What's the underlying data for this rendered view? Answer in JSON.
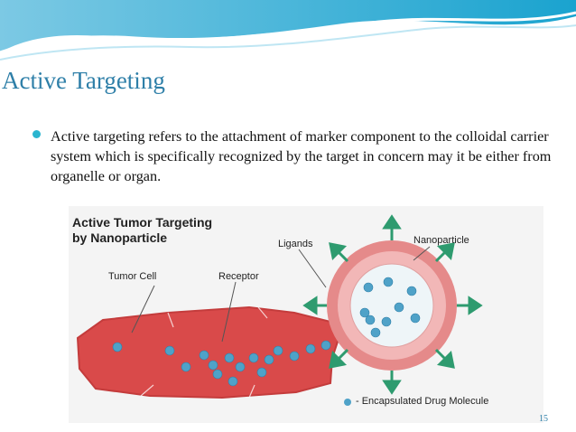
{
  "slide": {
    "title": "Active Targeting",
    "bullet": "Active targeting refers to the attachment of marker component to the colloidal carrier system which is specifically recognized by the target in concern may it be either from organelle or organ.",
    "page_number": "15"
  },
  "diagram": {
    "title_line1": "Active Tumor Targeting",
    "title_line2": "by Nanoparticle",
    "labels": {
      "ligands": "Ligands",
      "nanoparticle": "Nanoparticle",
      "tumor_cell": "Tumor Cell",
      "receptor": "Receptor",
      "legend": "- Encapsulated Drug Molecule"
    },
    "colors": {
      "tumor": "#d94a4a",
      "nanoparticle_shell": "#e58a8a",
      "drug": "#4fa2c8",
      "arrow": "#2e9b6f"
    }
  }
}
